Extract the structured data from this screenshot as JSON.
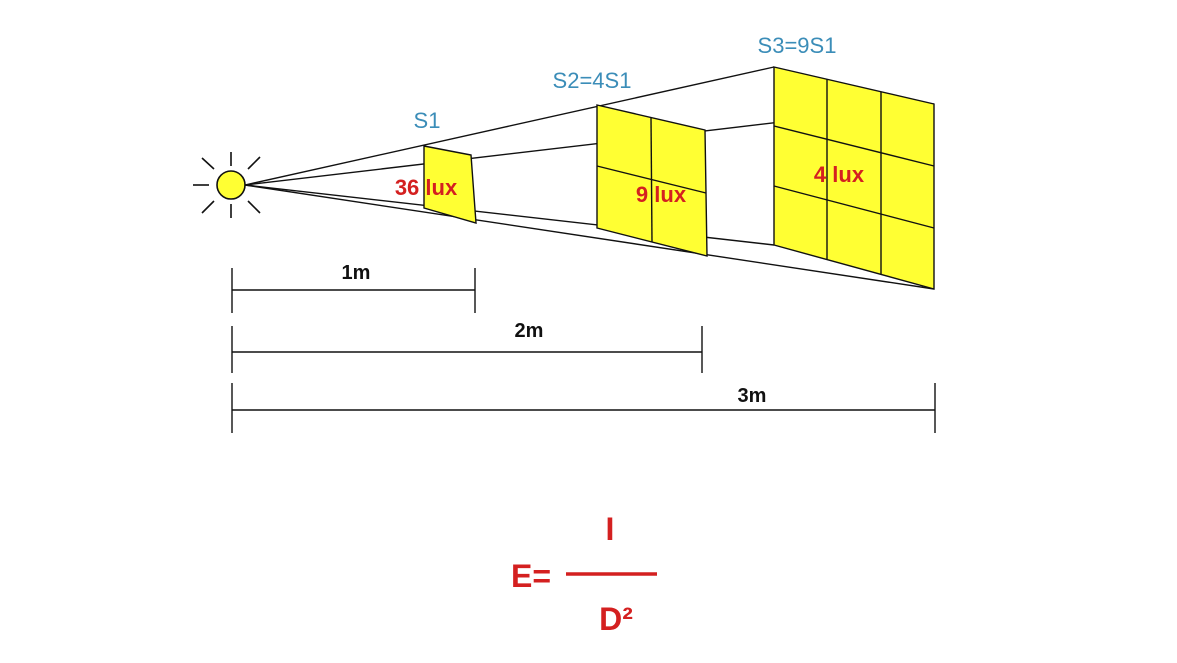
{
  "colors": {
    "surface_fill": "#ffff33",
    "lux_text": "#d42020",
    "area_text": "#3b8db8",
    "line": "#111111",
    "formula": "#d42020"
  },
  "surfaces": {
    "s1": {
      "area_label": "S1",
      "lux_label": "36 lux"
    },
    "s2": {
      "area_label": "S2=4S1",
      "lux_label": "9 lux"
    },
    "s3": {
      "area_label": "S3=9S1",
      "lux_label": "4 lux"
    }
  },
  "distances": {
    "d1": "1m",
    "d2": "2m",
    "d3": "3m"
  },
  "formula": {
    "lhs": "E=",
    "numerator": "I",
    "denominator": "D²"
  }
}
